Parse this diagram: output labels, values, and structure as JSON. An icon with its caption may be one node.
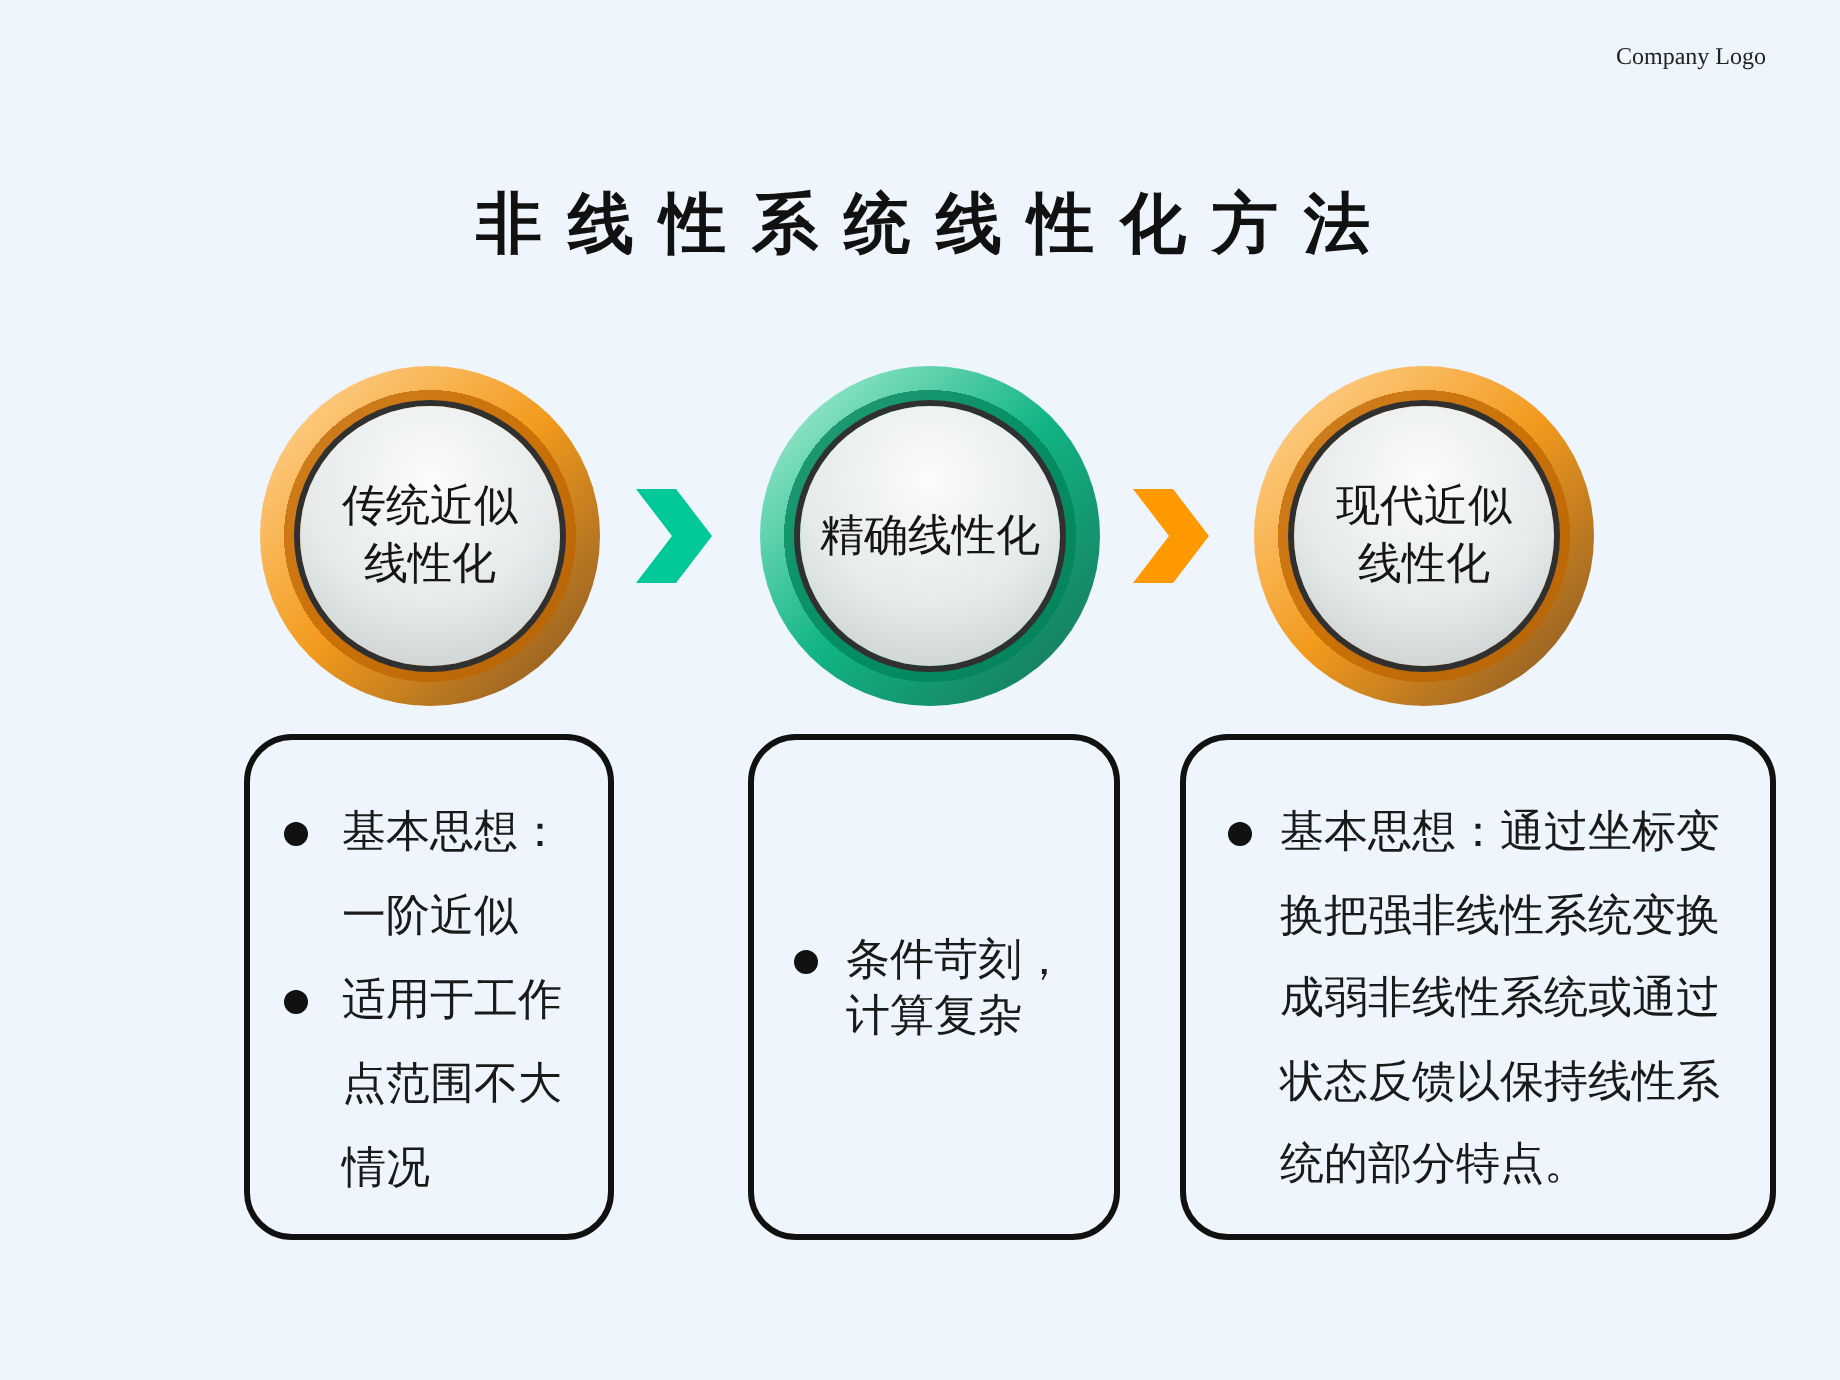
{
  "diagram": {
    "title": "非线性系统线性化方法",
    "nodes": [
      {
        "text": [
          "传统近似线性化"
        ]
      },
      {
        "text": [
          "精确线性化"
        ]
      },
      {
        "text": [
          "现代近似线性化"
        ]
      },
      {
        "text": [
          "基本思想：一阶近似",
          "适用于工作点范围不大情况"
        ]
      },
      {
        "text": [
          "条件苛刻，计算复杂"
        ]
      },
      {
        "text": [
          "基本思想：通过坐标变换把强非线性系统变换成弱非线性系统或通过状态反馈以保持线性系统的部分特点。"
        ]
      }
    ],
    "edges": [
      {
        "from": 0,
        "to": 1,
        "arrow": "to",
        "color": "#00c896"
      },
      {
        "from": 1,
        "to": 2,
        "arrow": "to",
        "color": "#ff9900"
      }
    ],
    "labels": [
      "Company Logo"
    ]
  }
}
